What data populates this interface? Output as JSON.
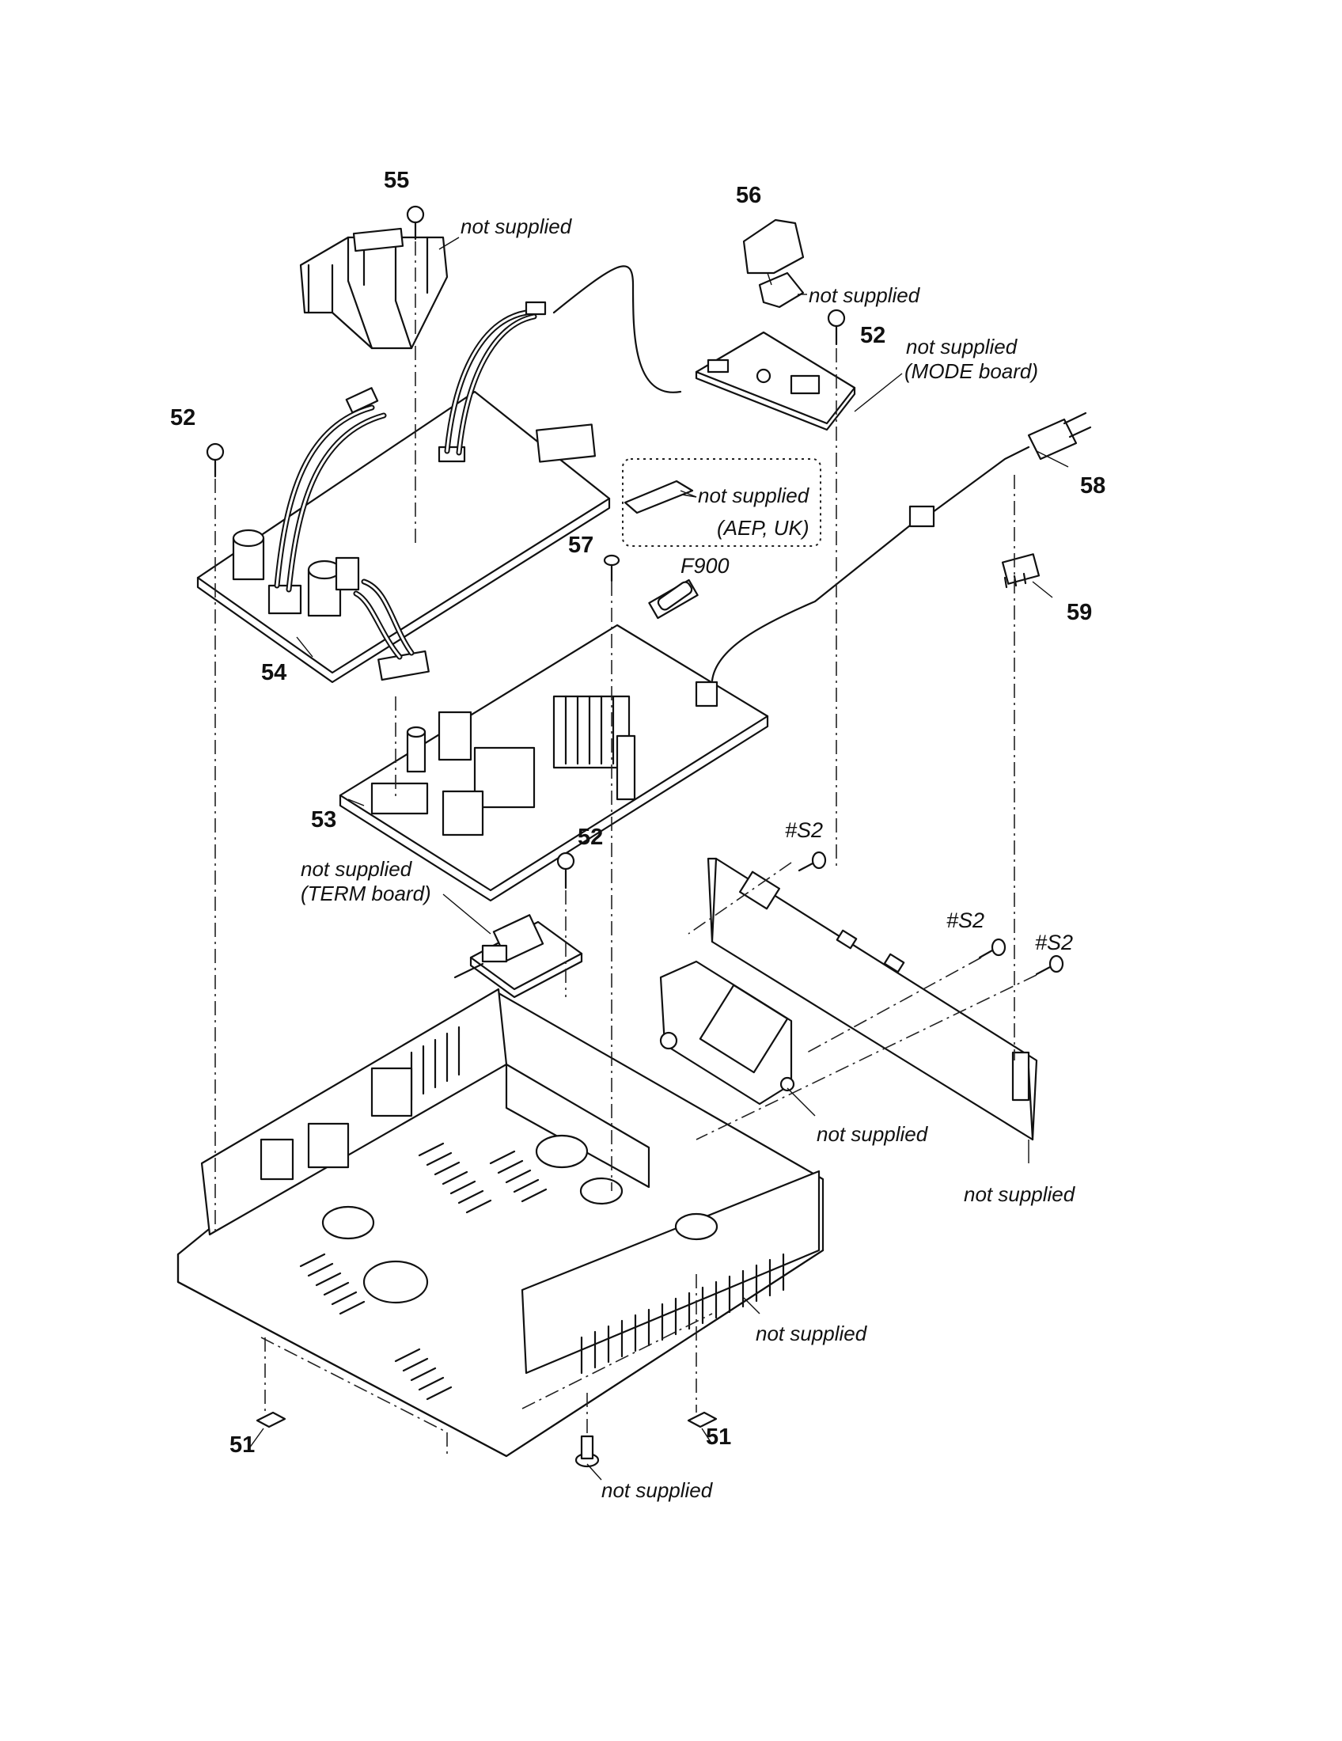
{
  "callouts": {
    "c51a": "51",
    "c51b": "51",
    "c52a": "52",
    "c52b": "52",
    "c52c": "52",
    "c53": "53",
    "c54": "54",
    "c55": "55",
    "c56": "56",
    "c57": "57",
    "c58": "58",
    "c59": "59",
    "s2a": "#S2",
    "s2b": "#S2",
    "s2c": "#S2",
    "f900": "F900"
  },
  "notes": {
    "n_top": "not supplied",
    "n_56": "not supplied",
    "n_mode_1": "not supplied",
    "n_mode_2": "(MODE board)",
    "n_aep_1": "not supplied",
    "n_aep_2": "(AEP, UK)",
    "n_term_1": "not supplied",
    "n_term_2": "(TERM board)",
    "n_bracket": "not supplied",
    "n_panel": "not supplied",
    "n_chassis": "not supplied",
    "n_foot": "not supplied"
  }
}
